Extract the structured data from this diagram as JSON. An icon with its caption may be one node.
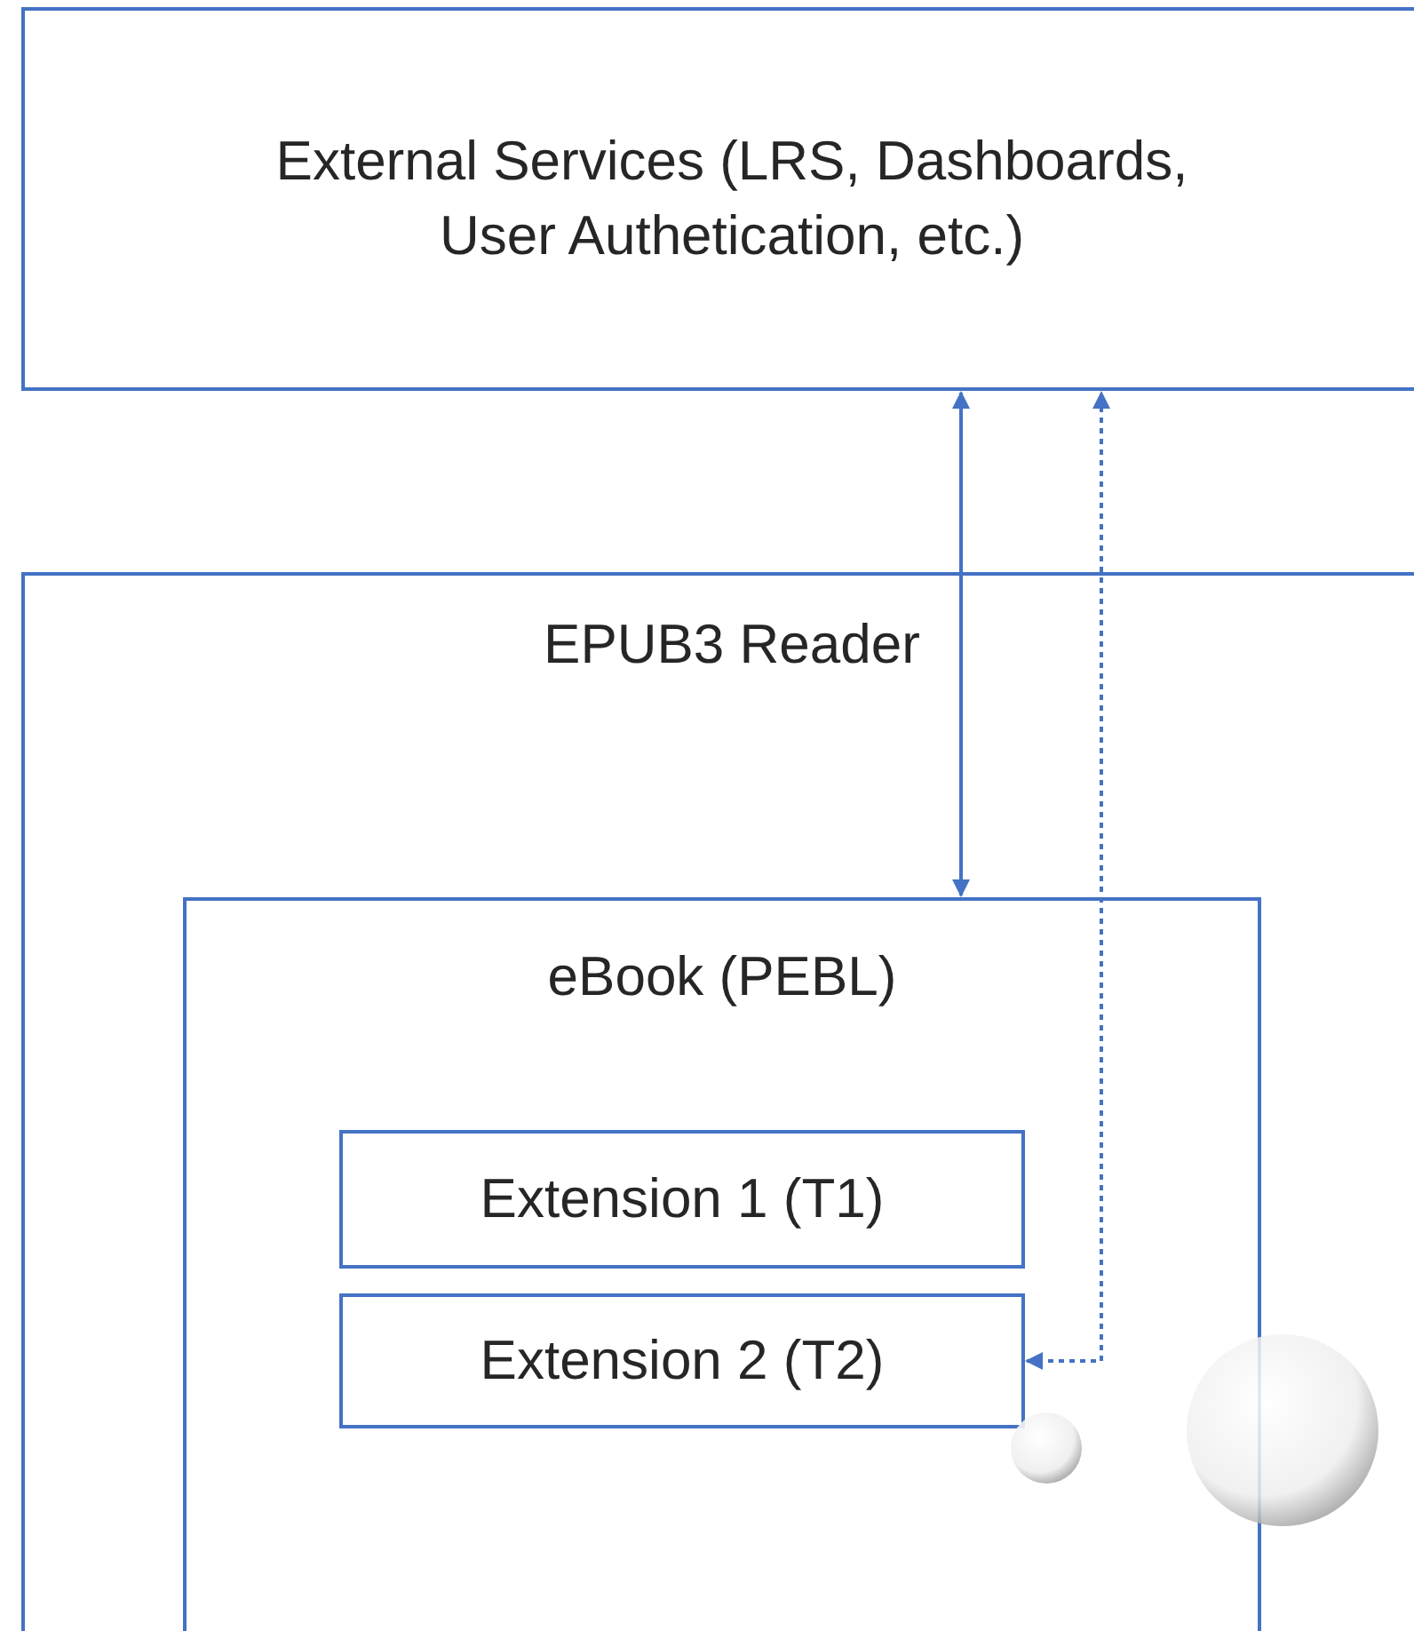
{
  "diagram": {
    "nodes": [
      {
        "text": [
          "External Services (LRS, Dashboards, User Authetication, etc.)"
        ]
      },
      {
        "text": [
          "EPUB3 Reader"
        ]
      },
      {
        "text": [
          "eBook (PEBL)"
        ],
        "in": 1
      },
      {
        "text": [
          "Extension 1 (T1)"
        ],
        "in": 2
      },
      {
        "text": [
          "Extension 2 (T2)"
        ],
        "in": 2
      }
    ],
    "edges": [
      {
        "from": 0,
        "to": 2,
        "arrow": "both"
      },
      {
        "from": 4,
        "to": 0,
        "arrow": "both",
        "style": "dashed"
      }
    ]
  }
}
